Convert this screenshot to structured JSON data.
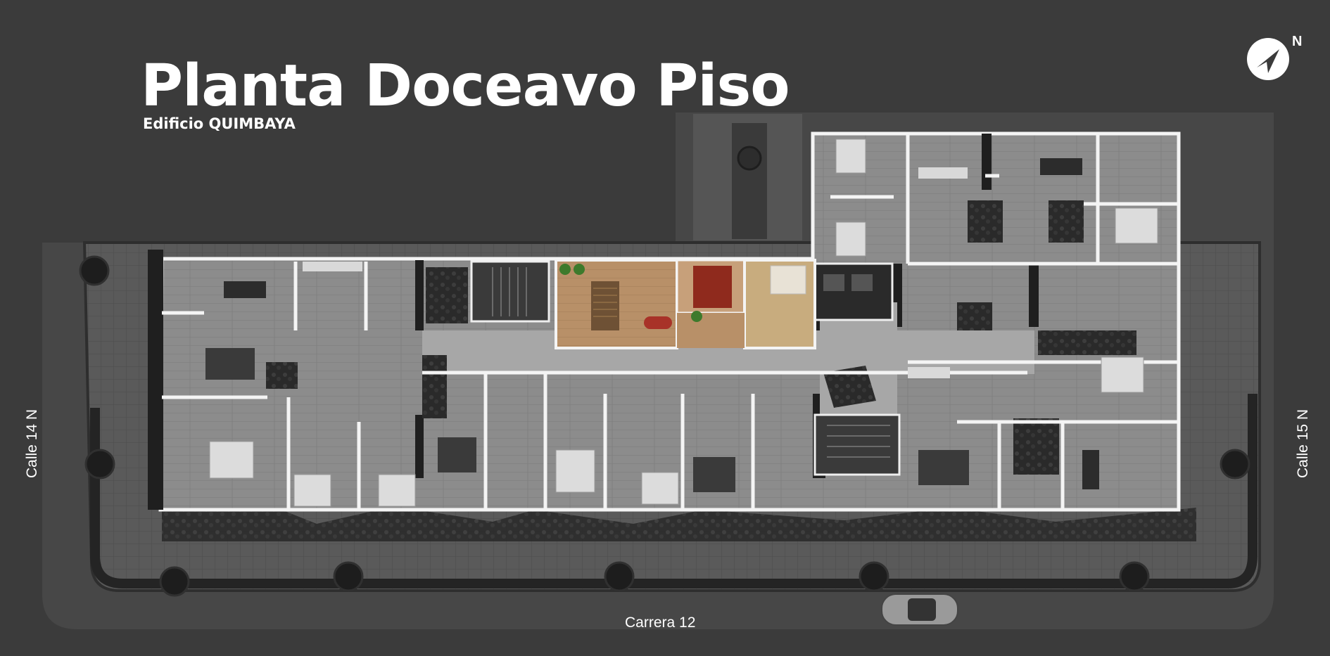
{
  "header": {
    "title": "Planta Doceavo Piso",
    "subtitle": "Edificio QUIMBAYA"
  },
  "streets": {
    "bottom": "Carrera 12",
    "left": "Calle 14 N",
    "right": "Calle 15 N"
  },
  "compass": {
    "label": "N"
  },
  "colors": {
    "background": "#3b3b3b",
    "floor": "#8a8a8a",
    "wall": "#f2f2f2",
    "dark_wall": "#1e1e1e",
    "highlight_wood": "#b38a62",
    "highlight_red": "#8f2a1d",
    "highlight_tan": "#c8ac7e",
    "garden": "#2c2c2c"
  }
}
